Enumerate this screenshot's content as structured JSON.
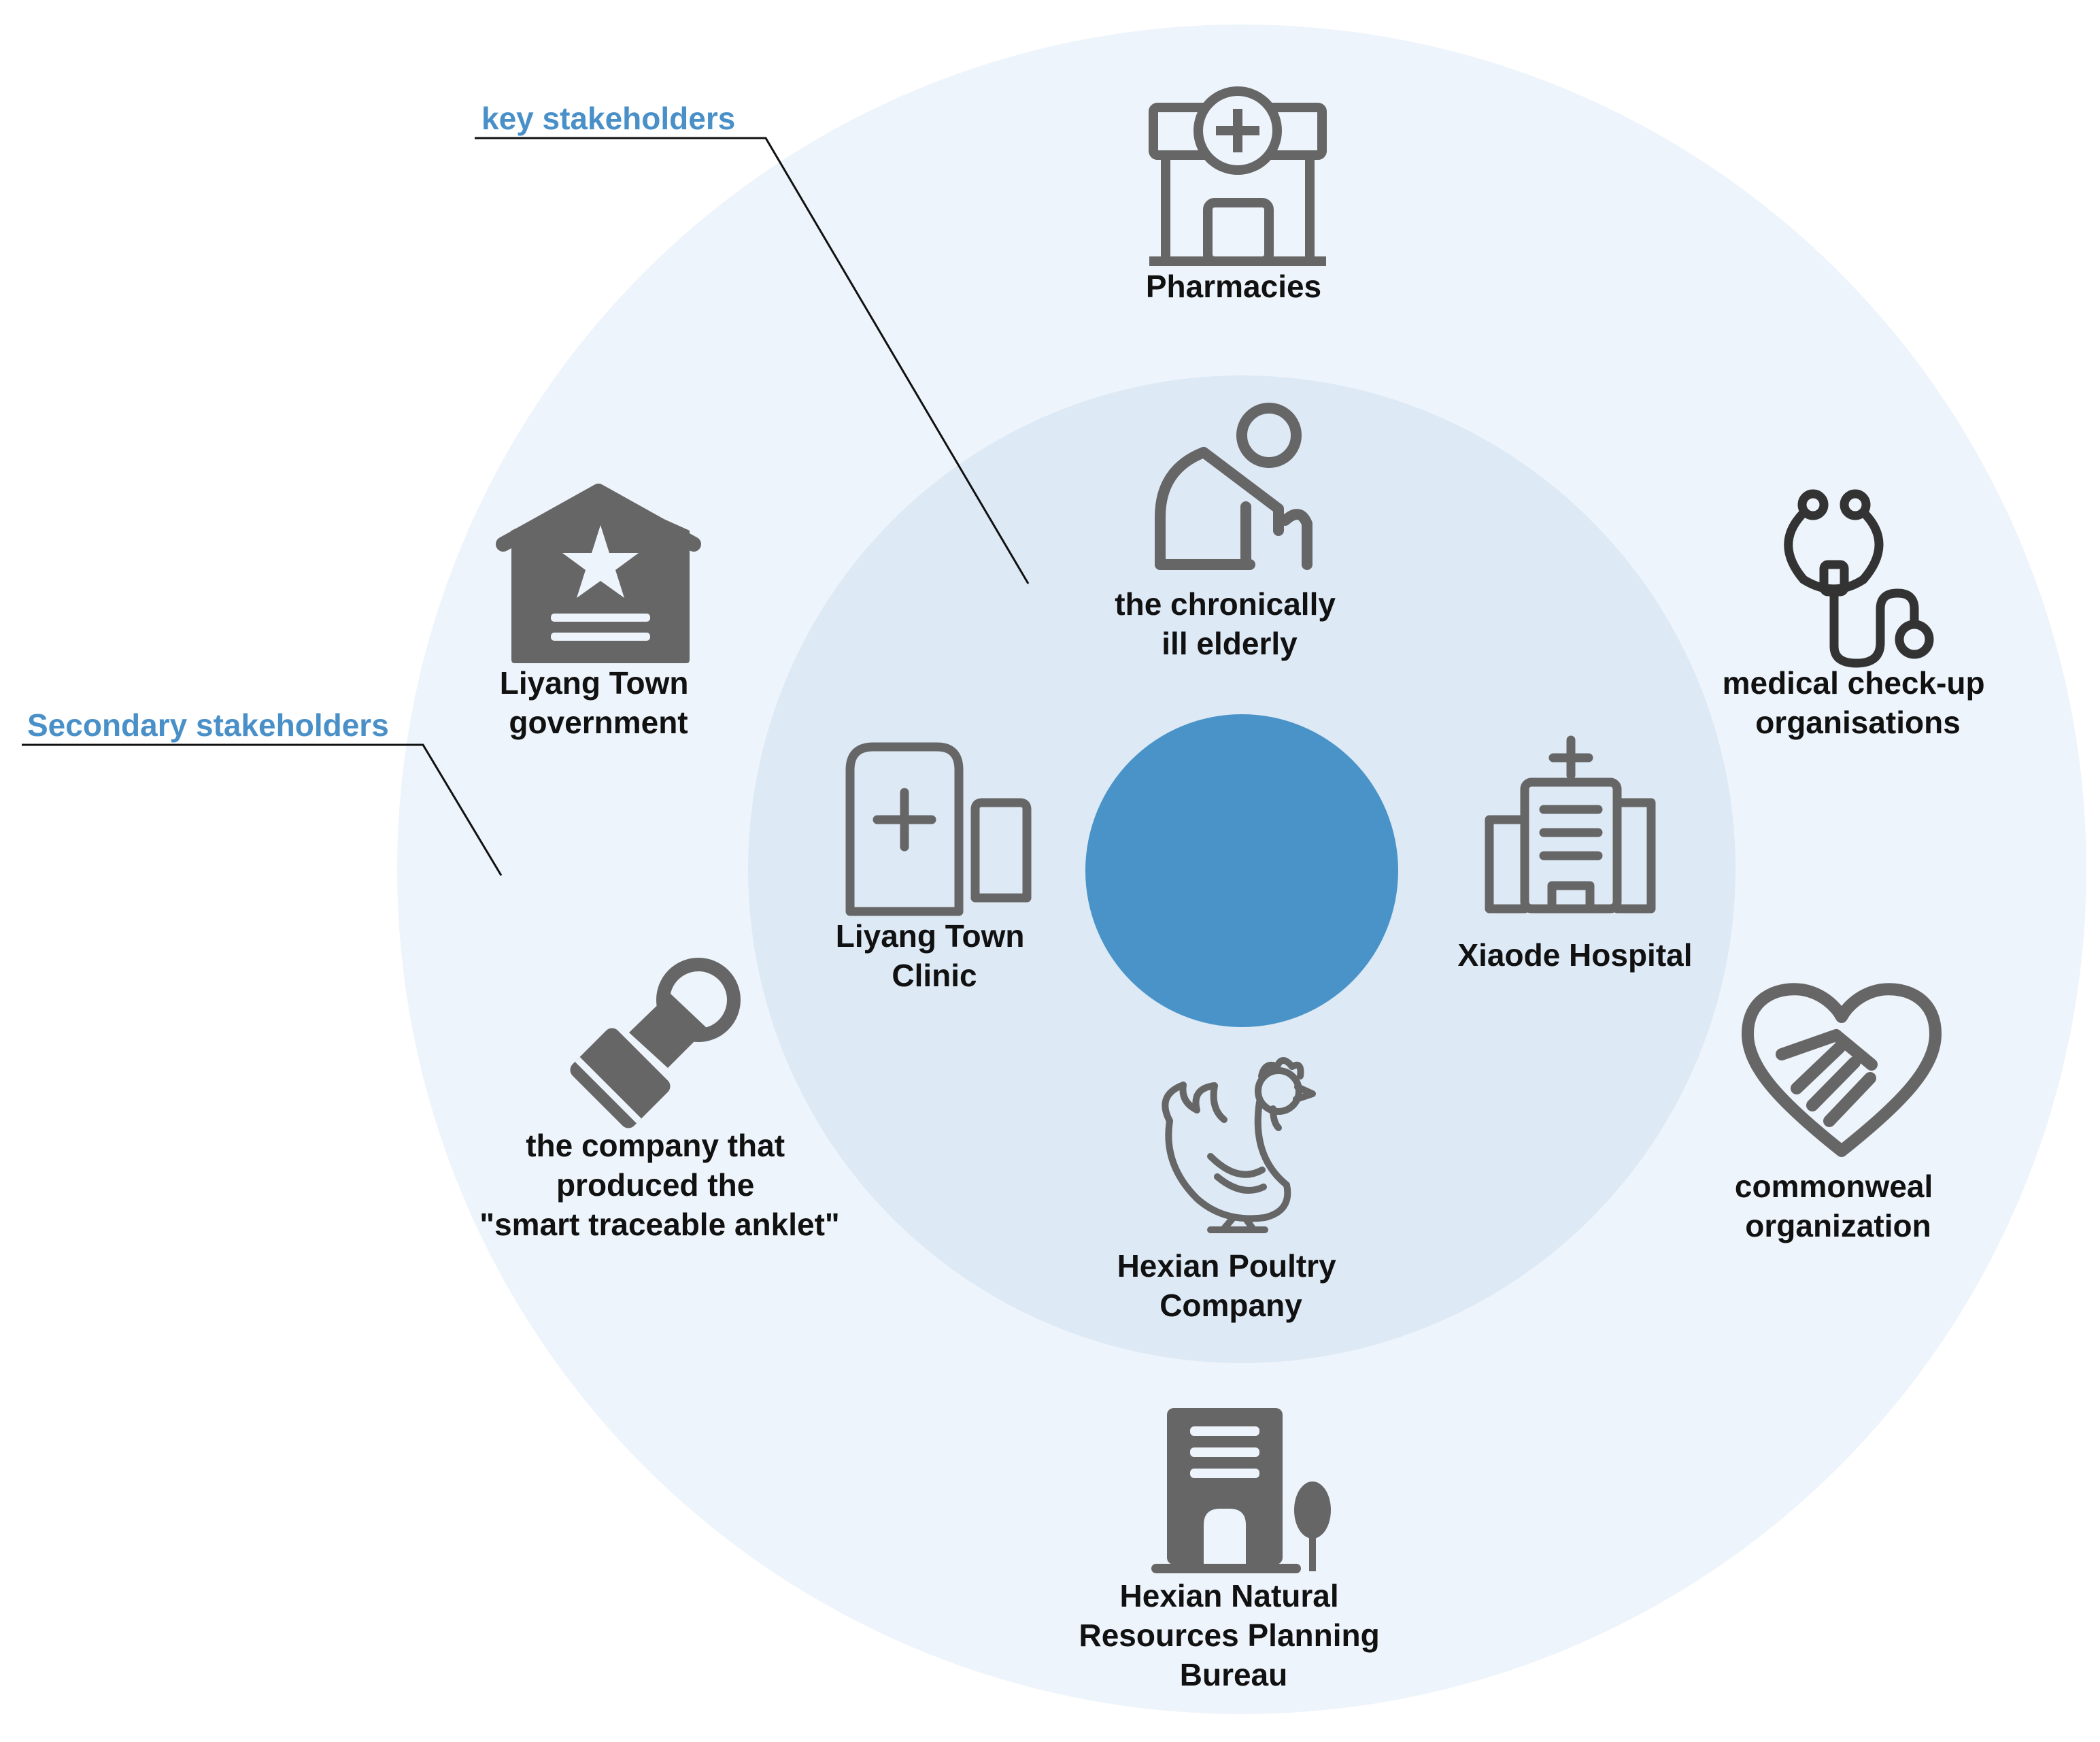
{
  "callouts": {
    "key": "key stakeholders",
    "secondary": "Secondary stakeholders"
  },
  "inner": {
    "elderly": [
      "the chronically",
      "ill elderly"
    ],
    "clinic": [
      "Liyang Town",
      "Clinic"
    ],
    "hospital": [
      "Xiaode Hospital"
    ],
    "poultry": [
      "Hexian Poultry",
      "Company"
    ]
  },
  "outer": {
    "pharmacies": [
      "Pharmacies"
    ],
    "government": [
      "Liyang Town",
      "government"
    ],
    "checkup": [
      "medical check-up",
      "organisations"
    ],
    "commonweal": [
      "commonweal",
      "organization"
    ],
    "anklet": [
      "the company that",
      "produced the",
      "\"smart traceable anklet\""
    ],
    "bureau": [
      "Hexian Natural",
      "Resources Planning",
      "Bureau"
    ]
  },
  "icons": {
    "pharmacies": "pharmacy-icon",
    "government": "government-building-icon",
    "checkup": "stethoscope-icon",
    "commonweal": "heart-handshake-icon",
    "anklet": "stamp-icon",
    "bureau": "office-building-icon",
    "elderly": "elderly-person-icon",
    "clinic": "clinic-icon",
    "hospital": "hospital-icon",
    "poultry": "rooster-icon"
  },
  "colors": {
    "outer_ring": "#eef4fb",
    "inner_ring": "#dde9f5",
    "core": "#4a93c8",
    "icon": "#666666",
    "callout_text": "#4a90c8"
  }
}
